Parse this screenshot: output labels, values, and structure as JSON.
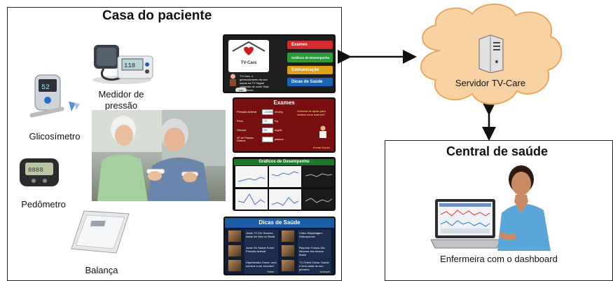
{
  "home": {
    "title": "Casa do paciente",
    "devices": {
      "pressure": "Medidor de\npressão",
      "glucose": "Glicosímetro",
      "pedometer": "Pedômetro",
      "scale": "Balança"
    }
  },
  "tv_screens": {
    "main_menu": {
      "logo_text": "TV-Care",
      "intro": "TV-Care, o gerenciamento da sua saúde na TV Digital cuidando de você! Seja bem-vindo!",
      "items": [
        {
          "label": "Exames",
          "color": "#d12b2b"
        },
        {
          "label": "Gráficos de Desempenho",
          "color": "#2f9a3b"
        },
        {
          "label": "Comunicação",
          "color": "#e0a013"
        },
        {
          "label": "Dicas de Saúde",
          "color": "#1c63b5"
        }
      ],
      "footer": "sair"
    },
    "exams": {
      "title": "Exames",
      "fields": [
        {
          "label": "Pressão Arterial",
          "value": "120/80",
          "unit": "mmHg"
        },
        {
          "label": "Peso",
          "value": "70",
          "unit": "Kg"
        },
        {
          "label": "Glicose",
          "value": "90",
          "unit": "mg/dL"
        },
        {
          "label": "Nº de Passos Diários",
          "value": "",
          "unit": "passos"
        }
      ],
      "help": "Gostaria de ajuda para realizar seus exames?",
      "footer": "Enviar Dados"
    },
    "charts": {
      "title": "Gráficos de Desempenho"
    },
    "tips": {
      "title": "Dicas de Saúde",
      "items": [
        "Junte-TV Em Terceira Idade da Vida no Brasil",
        "Vídeo Reportagem Osteoporose",
        "Junte-Se Saúde Sobre Pressão Arterial",
        "Reportar Cursos Dia Alcance dos Idosos Brasil",
        "Hipertensão Grave: uma sombra a ser vencida?",
        "TV Online Dicas: Saúde e bem-estar do seu primeiro"
      ],
      "footer_left": "Voltar",
      "footer_right": "Avançar"
    }
  },
  "server": {
    "label": "Servidor TV-Care"
  },
  "health_center": {
    "title": "Central de saúde",
    "nurse_label": "Enfermeira com o dashboard"
  },
  "colors": {
    "cloud": "#f9d2a3",
    "cloud_border": "#e9a860",
    "tv_bg": "#222222",
    "exam_bg": "#7a0f0f",
    "tips_header": "#1c5ba5"
  }
}
